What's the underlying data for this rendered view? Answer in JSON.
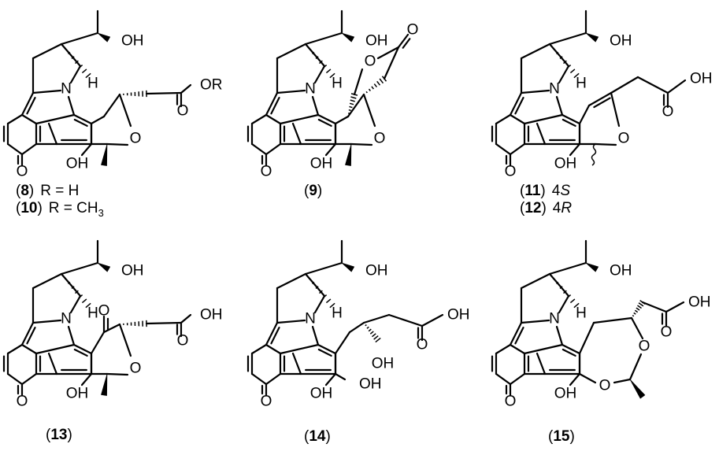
{
  "compounds": [
    {
      "id": "c8",
      "ox": 0,
      "oy": 0,
      "ring": "pyran-open",
      "chain": "ester",
      "atoms": {
        "N": "N",
        "H": "H",
        "OH_top": "OH",
        "O_ketone": "O",
        "OH_phenol": "OH",
        "O_ring": "O",
        "O_carbonyl": "O",
        "acid": "OR"
      },
      "labels": [
        {
          "pre": "(",
          "num": "8",
          "post": ")",
          "text": "R = H"
        },
        {
          "pre": "(",
          "num": "10",
          "post": ")",
          "text": "R = CH",
          "sub": "3"
        }
      ]
    },
    {
      "id": "c9",
      "ox": 310,
      "oy": 0,
      "ring": "pyran-lactone",
      "atoms": {
        "N": "N",
        "H": "H",
        "OH_top": "OH",
        "O_ketone": "O",
        "OH_phenol": "OH",
        "O_ring": "O",
        "O_lactone": "O",
        "O_carbonyl": "O"
      },
      "labels": [
        {
          "pre": "(",
          "num": "9",
          "post": ")"
        }
      ]
    },
    {
      "id": "c11",
      "ox": 620,
      "oy": 0,
      "ring": "pyran-ene",
      "atoms": {
        "N": "N",
        "H": "H",
        "OH_top": "OH",
        "O_ketone": "O",
        "OH_phenol": "OH",
        "O_ring": "O",
        "O_carbonyl": "O",
        "acid": "OH"
      },
      "labels": [
        {
          "pre": "(",
          "num": "11",
          "post": ")",
          "text": "4",
          "it": "S"
        },
        {
          "pre": "(",
          "num": "12",
          "post": ")",
          "text": "4",
          "it": "R"
        }
      ]
    },
    {
      "id": "c13",
      "ox": 0,
      "oy": 292,
      "ring": "pyran-keto",
      "atoms": {
        "N": "N",
        "H": "H",
        "OH_top": "OH",
        "O_ketone": "O",
        "OH_phenol": "OH",
        "O_ring": "O",
        "O_keto": "O",
        "O_carbonyl": "O",
        "acid": "OH"
      },
      "labels": [
        {
          "pre": "(",
          "num": "13",
          "post": ")"
        }
      ]
    },
    {
      "id": "c14",
      "ox": 310,
      "oy": 292,
      "ring": "open-chain",
      "atoms": {
        "N": "N",
        "H": "H",
        "OH_top": "OH",
        "O_ketone": "O",
        "OH_phenol": "OH",
        "OH_phenol2": "OH",
        "OH_chain": "OH",
        "O_carbonyl": "O",
        "acid": "OH"
      },
      "labels": [
        {
          "pre": "(",
          "num": "14",
          "post": ")"
        }
      ]
    },
    {
      "id": "c15",
      "ox": 620,
      "oy": 292,
      "ring": "dioxepane",
      "atoms": {
        "N": "N",
        "H": "H",
        "OH_top": "OH",
        "O_ketone": "O",
        "OH_phenol": "OH",
        "O_ring1": "O",
        "O_ring2": "O",
        "O_carbonyl": "O",
        "acid": "OH"
      },
      "labels": [
        {
          "pre": "(",
          "num": "15",
          "post": ")"
        }
      ]
    }
  ]
}
